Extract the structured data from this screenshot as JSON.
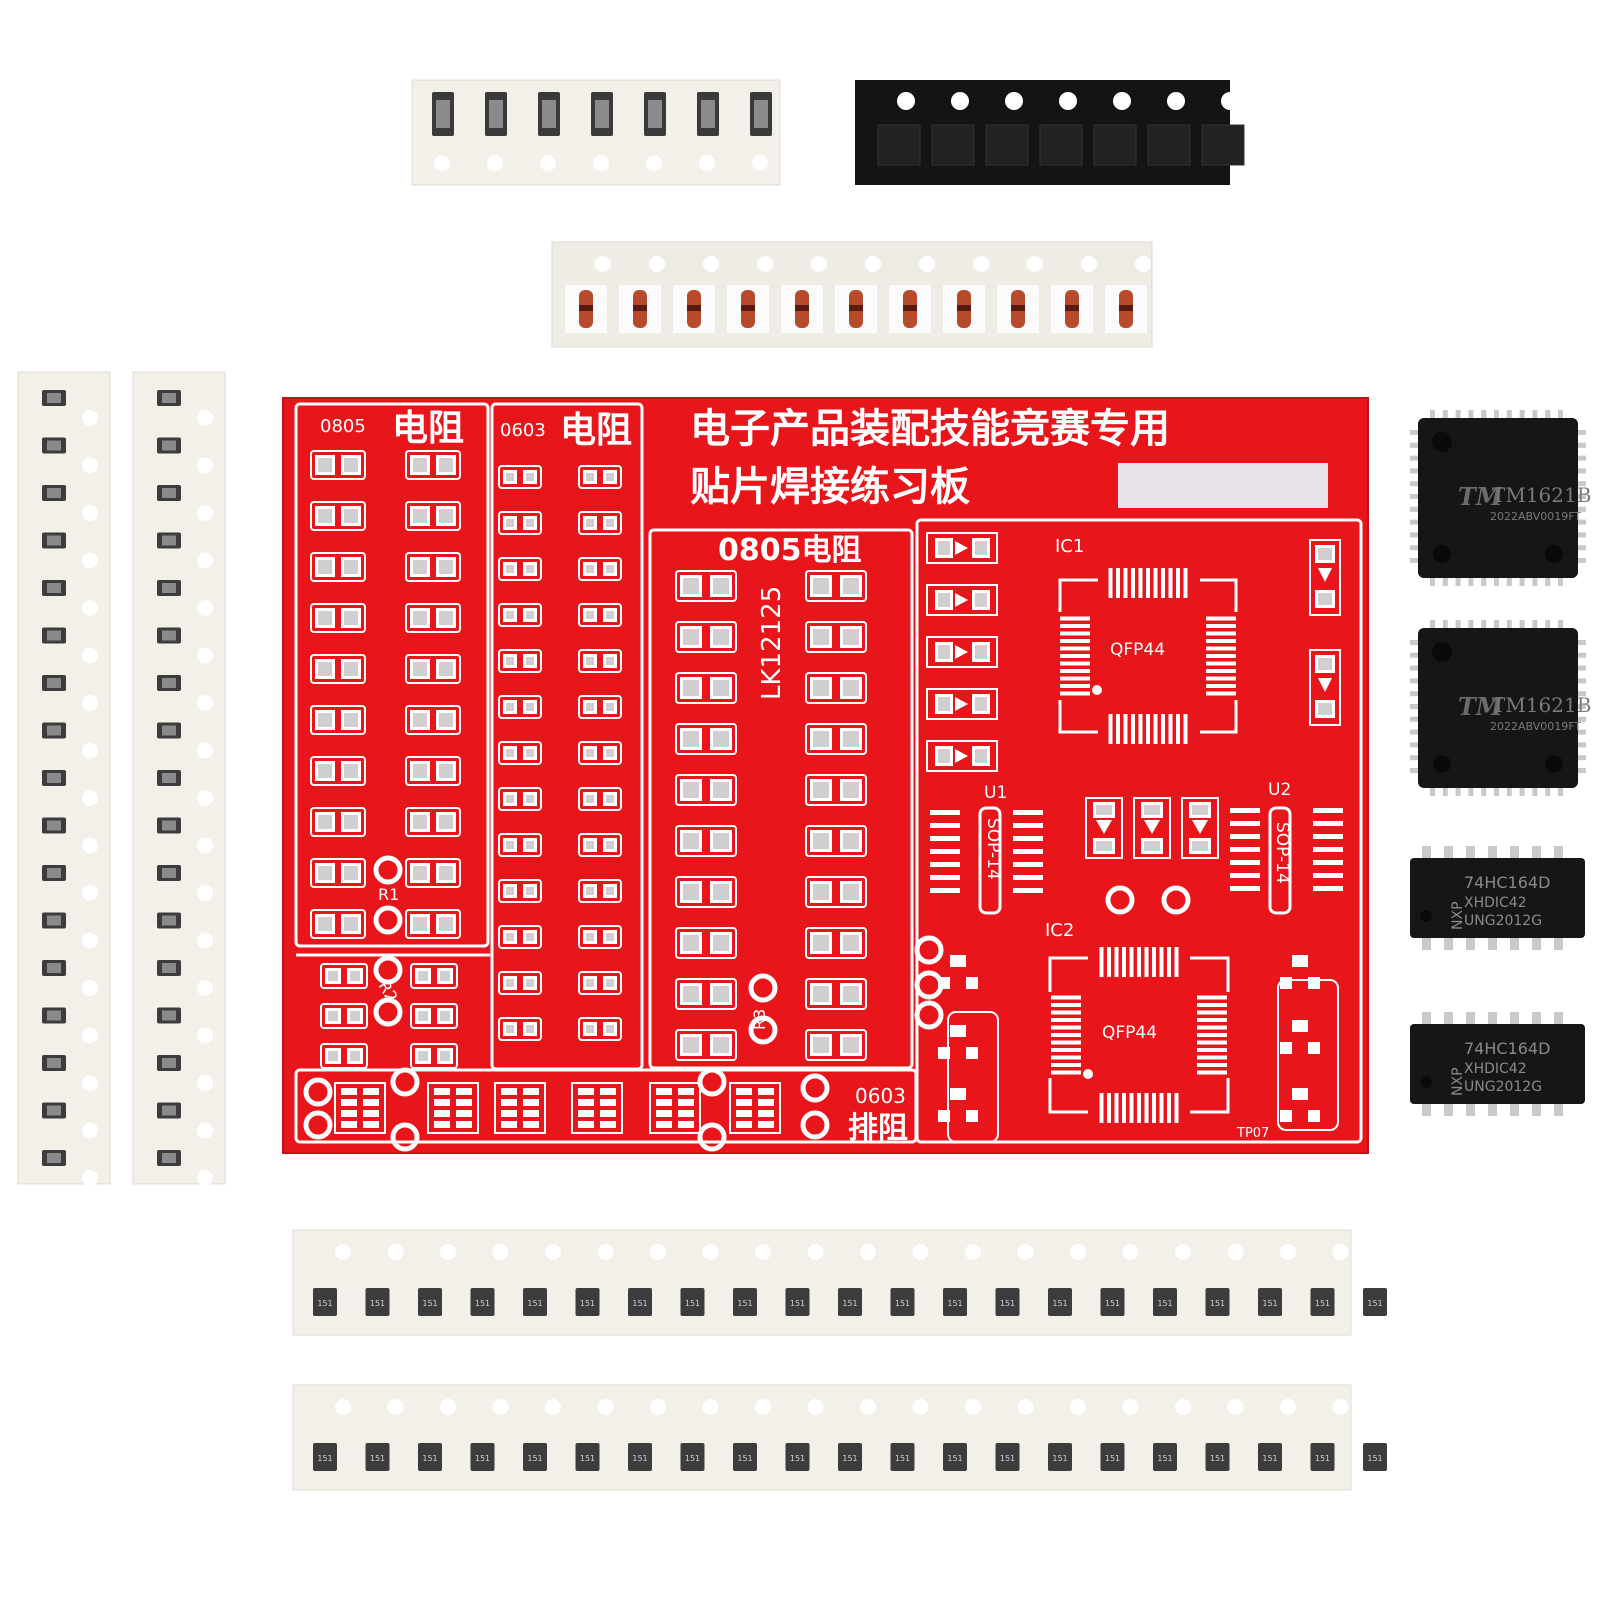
{
  "colors": {
    "pcb": "#e8161b",
    "pcb_dark": "#c81014",
    "silkscreen": "#ffffff",
    "tape": "#f3f0ea",
    "ic_body": "#161616",
    "pin": "#c9c9c9"
  },
  "board": {
    "title_line1": "电子产品装配技能竞赛专用",
    "title_line2": "贴片焊接练习板",
    "section_0805_left": "0805",
    "section_0805_left_cn": "电阻",
    "section_0603": "0603",
    "section_0603_cn": "电阻",
    "section_0805_mid": "0805电阻",
    "part_number": "LK12125",
    "label_r1": "R1",
    "label_r2": "R2",
    "label_r3": "R3",
    "label_ic1": "IC1",
    "label_ic2": "IC2",
    "label_qfp_top": "QFP44",
    "label_qfp_bottom": "QFP44",
    "label_u1": "U1",
    "label_u2": "U2",
    "label_sop_left": "SOP-14",
    "label_sop_right": "SOP-14",
    "label_0603_bottom": "0603",
    "label_array_cn": "排阻",
    "label_tp": "TP07"
  },
  "chips": {
    "qfp": [
      {
        "name": "TM1621B",
        "code": "2022ABV0019FT",
        "logo": "TM"
      },
      {
        "name": "TM1621B",
        "code": "2022ABV0019FT",
        "logo": "TM"
      }
    ],
    "sop": [
      {
        "brand": "NXP",
        "line1": "74HC164D",
        "line2": "XHDIC42",
        "line3": "UNG2012G"
      },
      {
        "brand": "NXP",
        "line1": "74HC164D",
        "line2": "XHDIC42",
        "line3": "UNG2012G"
      }
    ]
  },
  "tapes": {
    "bottom_marking": "151"
  }
}
